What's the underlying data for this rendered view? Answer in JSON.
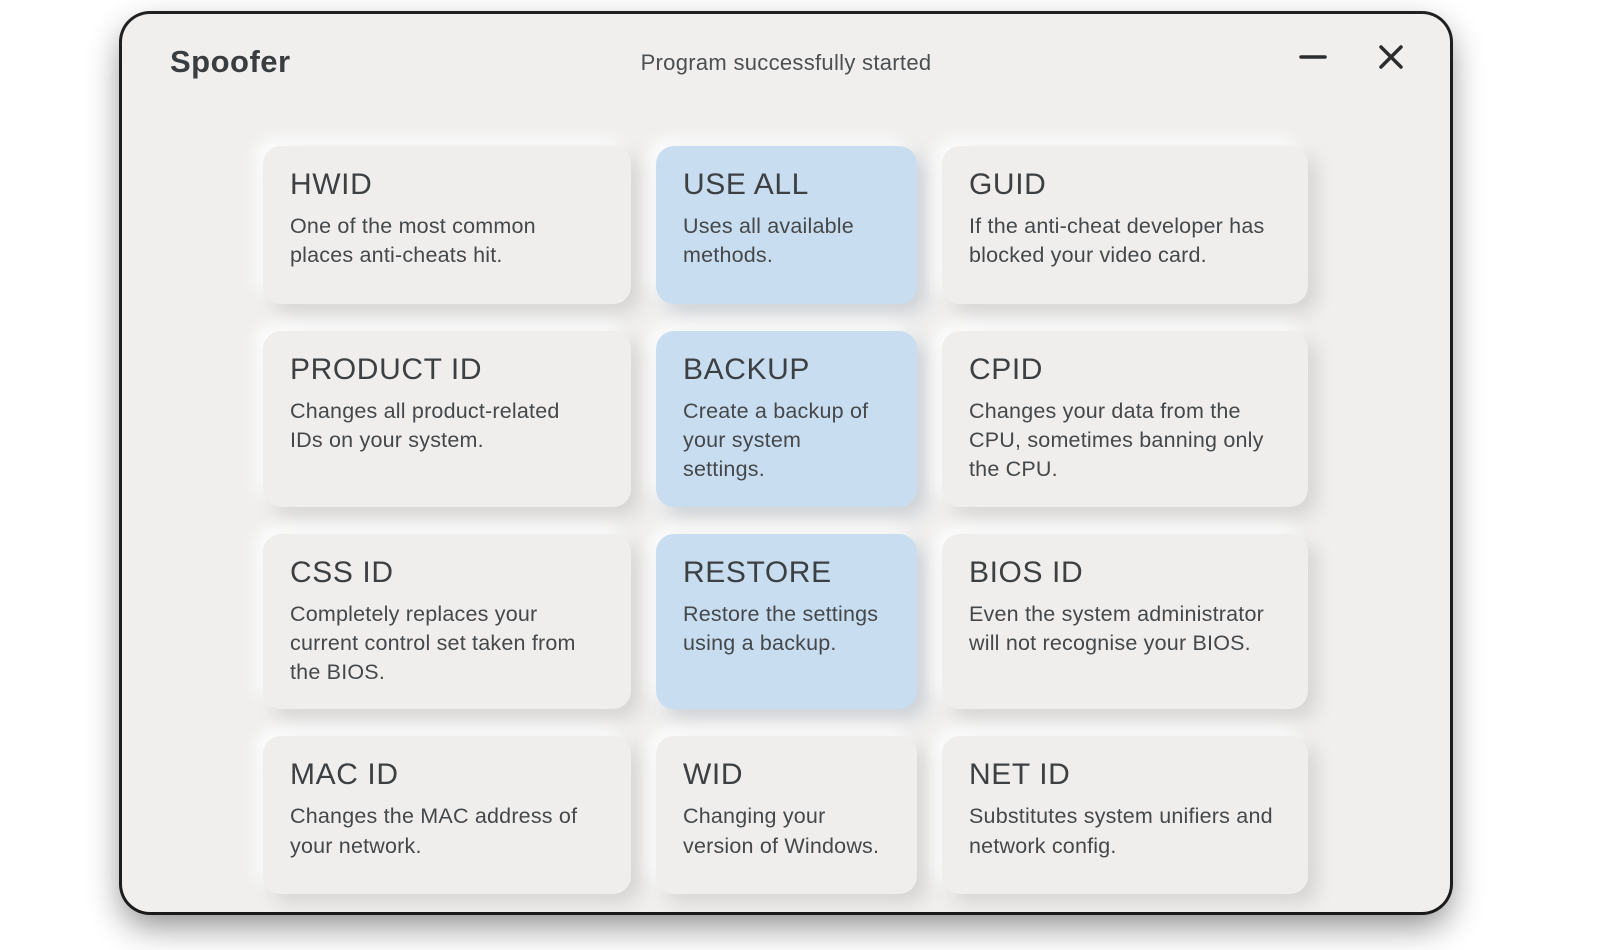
{
  "window": {
    "app_title": "Spoofer",
    "status_message": "Program successfully started"
  },
  "controls": {
    "minimize_icon": "minimize",
    "close_icon": "close"
  },
  "colors": {
    "window_bg": "#f0efee",
    "card_bg": "#efeeec",
    "accent_card_bg": "#c8def0",
    "title_text": "#3d4043",
    "body_text": "#45484b"
  },
  "cards": [
    {
      "title": "HWID",
      "description": "One of the most common places anti-cheats hit.",
      "variant": "default"
    },
    {
      "title": "USE ALL",
      "description": "Uses all available methods.",
      "variant": "accent"
    },
    {
      "title": "GUID",
      "description": "If the anti-cheat developer has blocked your video card.",
      "variant": "default"
    },
    {
      "title": "PRODUCT ID",
      "description": "Changes all product-related IDs on your system.",
      "variant": "default"
    },
    {
      "title": "BACKUP",
      "description": "Create a backup of your system settings.",
      "variant": "accent"
    },
    {
      "title": "CPID",
      "description": "Changes your data from the CPU, sometimes banning only the CPU.",
      "variant": "default"
    },
    {
      "title": "CSS ID",
      "description": "Completely replaces your current control set taken from the BIOS.",
      "variant": "default"
    },
    {
      "title": "RESTORE",
      "description": "Restore the settings using a backup.",
      "variant": "accent"
    },
    {
      "title": "BIOS ID",
      "description": "Even the system administrator will not recognise your BIOS.",
      "variant": "default"
    },
    {
      "title": "MAC ID",
      "description": "Changes the MAC address of your network.",
      "variant": "default"
    },
    {
      "title": "WID",
      "description": "Changing your version of Windows.",
      "variant": "default"
    },
    {
      "title": "NET ID",
      "description": "Substitutes system unifiers and network config.",
      "variant": "default"
    }
  ]
}
